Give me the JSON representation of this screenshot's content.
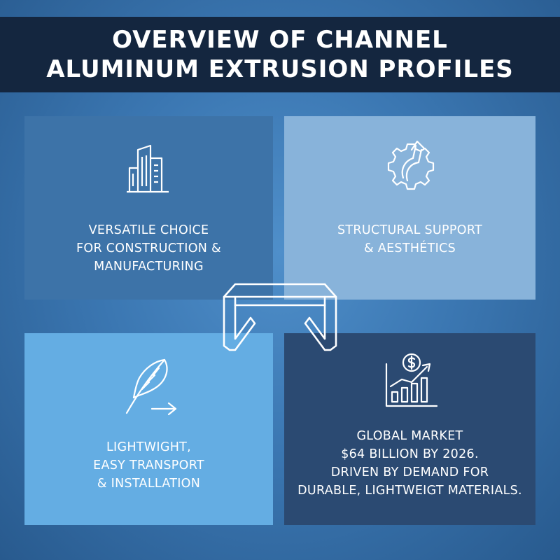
{
  "title": {
    "line1": "OVERVIEW OF CHANNEL",
    "line2": "ALUMINUM EXTRUSION PROFILES"
  },
  "panels": [
    {
      "icon": "building-icon",
      "lines": [
        "VERSATILE CHOICE",
        "FOR CONSTRUCTION &",
        "MANUFACTURING"
      ]
    },
    {
      "icon": "gear-arrow-icon",
      "lines": [
        "STRUCTURAL SUPPORT",
        "& AESTHÉTICS"
      ]
    },
    {
      "icon": "feather-arrow-icon",
      "lines": [
        "LIGHTWIGHT,",
        "EASY TRANSPORT",
        "& INSTALLATION"
      ]
    },
    {
      "icon": "market-growth-chart-icon",
      "lines": [
        "GLOBAL MARKET",
        "$64 BILLION BY 2026.",
        "DRIVEN BY DEMAND FOR",
        "DURABLE, LIGHTWEIGT MATERIALS."
      ]
    }
  ],
  "colors": {
    "title_bg": "#14263f",
    "panel_top_left": "#3d73a8",
    "panel_top_right": "#88b3da",
    "panel_bottom_left": "#64ade3",
    "panel_bottom_right": "#2b4a72",
    "text": "#ffffff"
  }
}
